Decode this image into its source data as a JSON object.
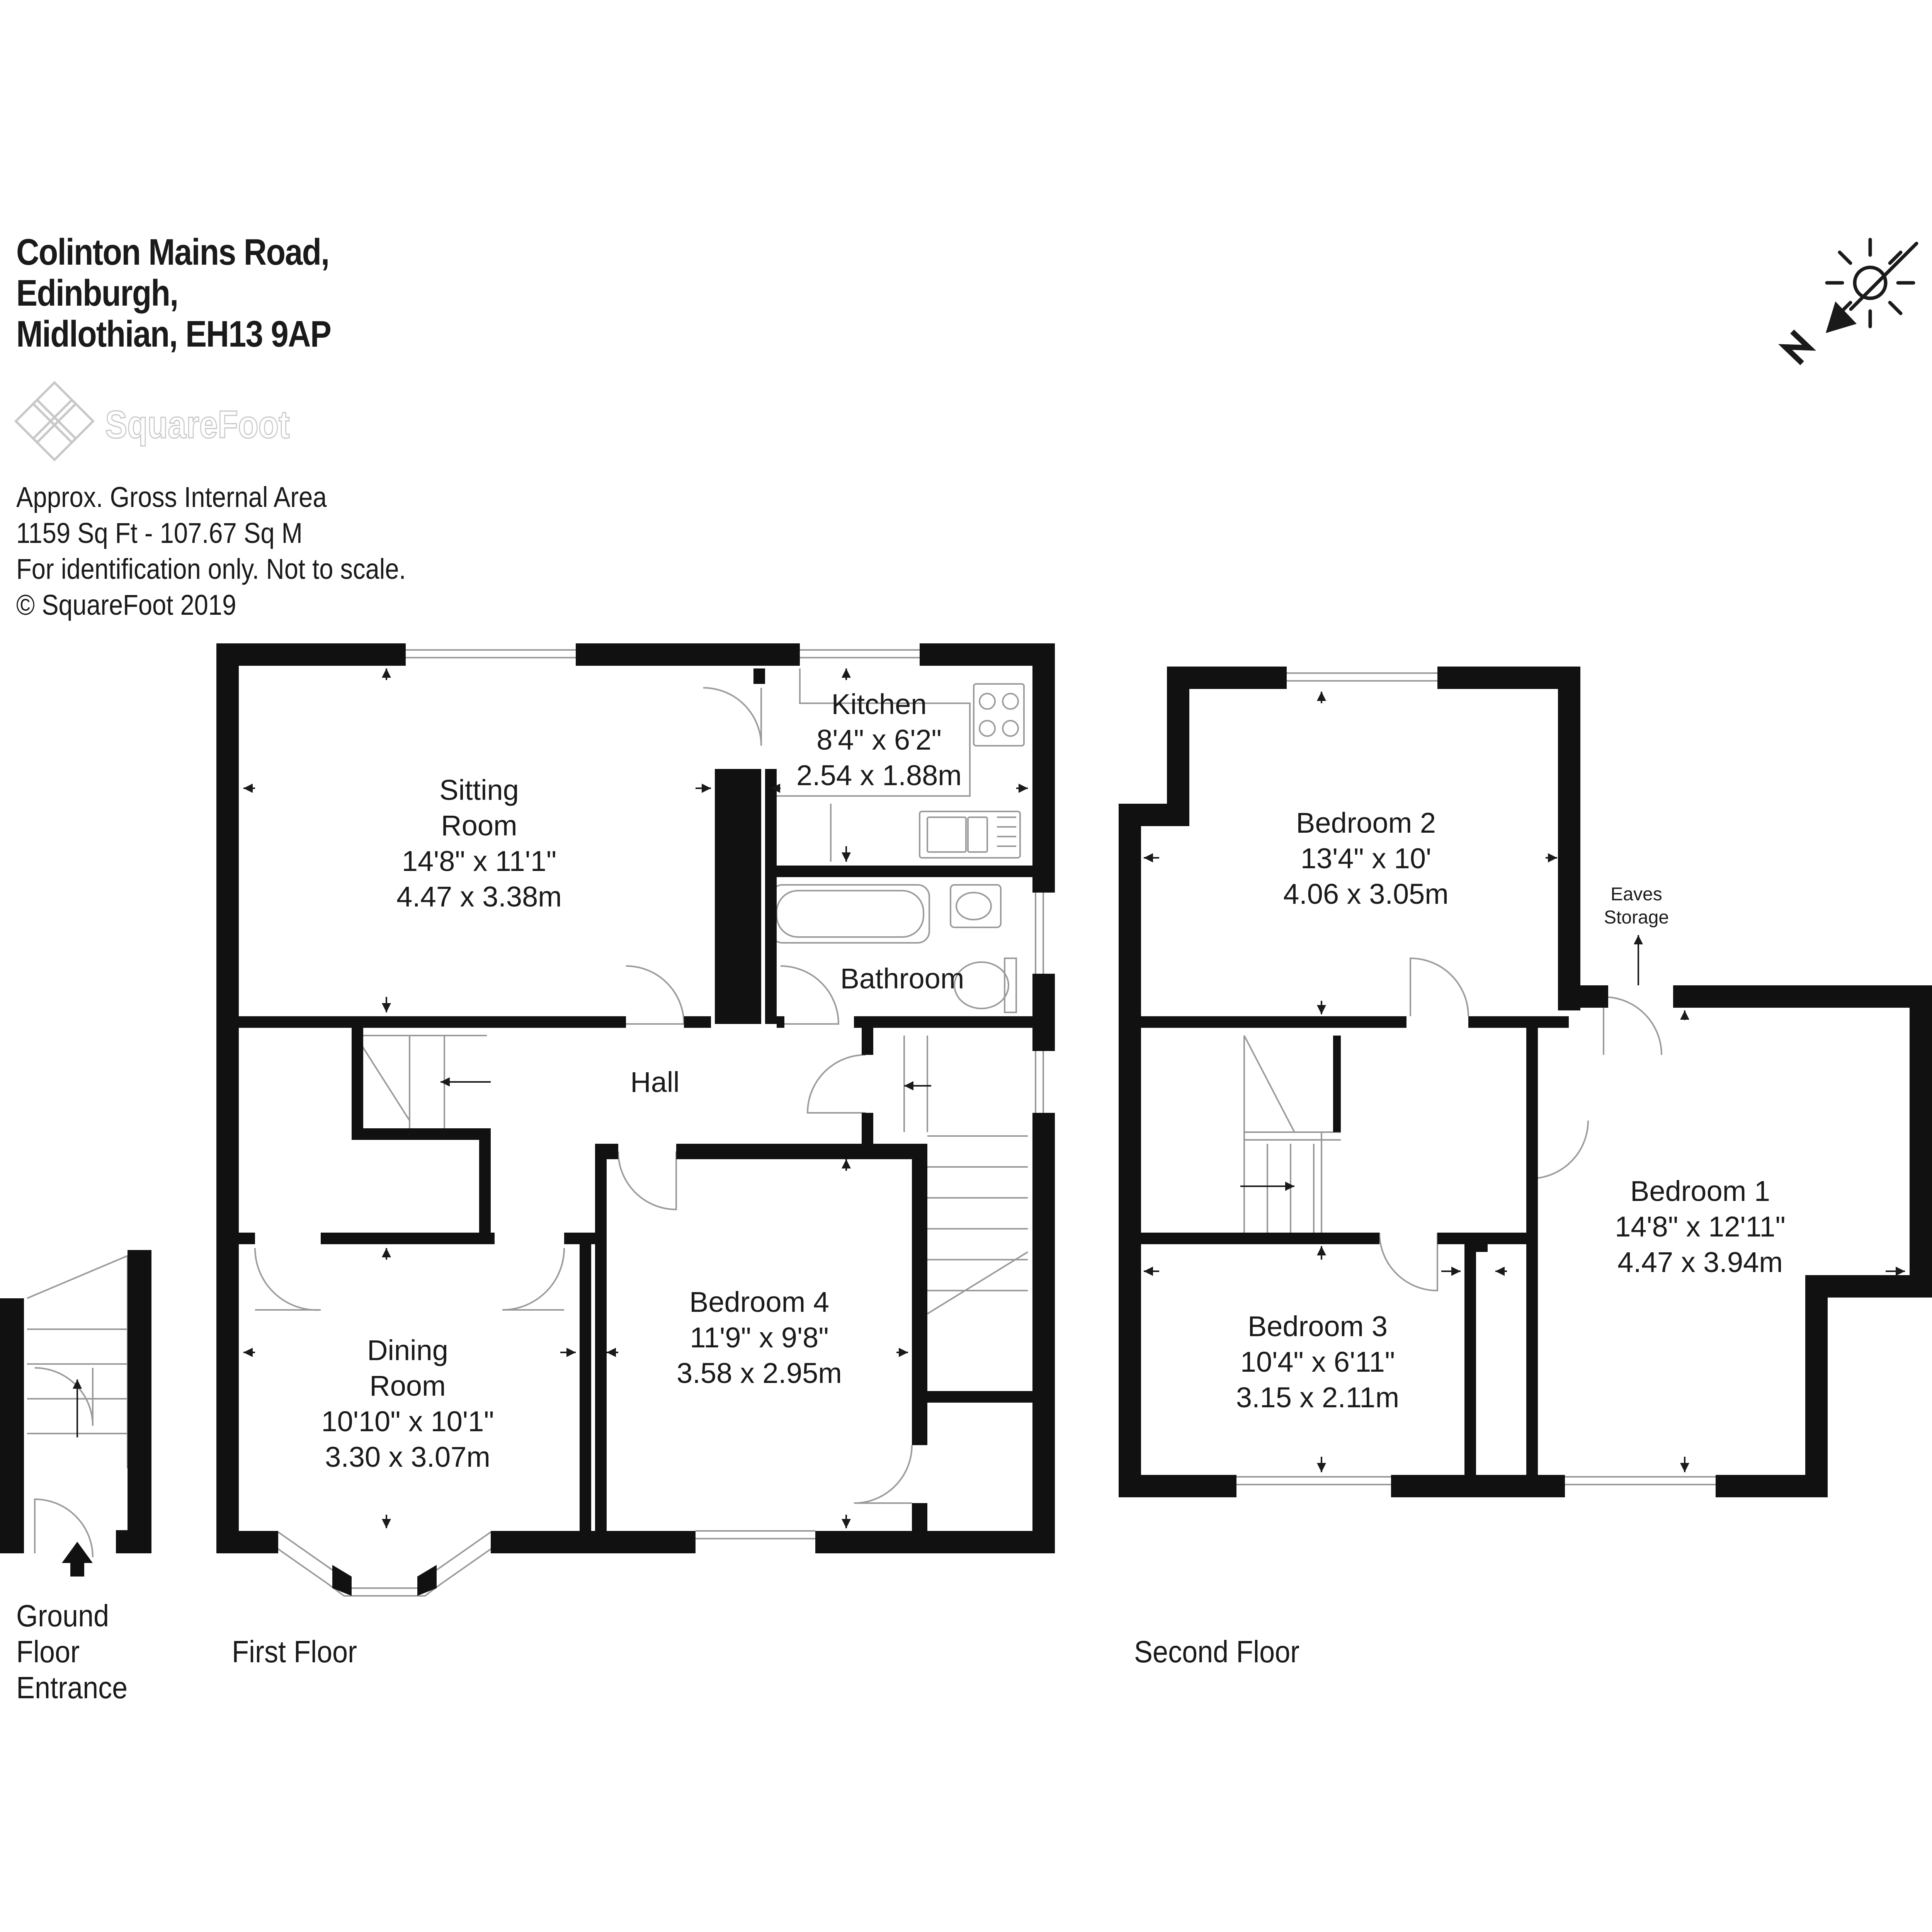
{
  "header": {
    "address_line1": "Colinton Mains Road,",
    "address_line2": "Edinburgh,",
    "address_line3": "Midlothian, EH13 9AP"
  },
  "brand": {
    "name": "SquareFoot"
  },
  "area_info": {
    "line1": "Approx. Gross Internal Area",
    "line2": "1159 Sq Ft  -  107.67 Sq M",
    "line3": "For identification only. Not to scale.",
    "line4": "© SquareFoot 2019"
  },
  "compass": {
    "north_label": "N"
  },
  "floors": {
    "ground": {
      "line1": "Ground",
      "line2": "Floor",
      "line3": "Entrance"
    },
    "first": "First Floor",
    "second": "Second Floor"
  },
  "rooms": {
    "sitting_room": {
      "name1": "Sitting",
      "name2": "Room",
      "imperial": "14'8\" x 11'1\"",
      "metric": "4.47 x 3.38m"
    },
    "kitchen": {
      "name": "Kitchen",
      "imperial": "8'4\" x 6'2\"",
      "metric": "2.54 x 1.88m"
    },
    "bathroom": {
      "name": "Bathroom"
    },
    "hall": {
      "name": "Hall"
    },
    "dining_room": {
      "name1": "Dining",
      "name2": "Room",
      "imperial": "10'10\" x 10'1\"",
      "metric": "3.30 x 3.07m"
    },
    "bedroom4": {
      "name": "Bedroom 4",
      "imperial": "11'9\" x 9'8\"",
      "metric": "3.58 x 2.95m"
    },
    "bedroom2": {
      "name": "Bedroom 2",
      "imperial": "13'4\" x 10'",
      "metric": "4.06 x 3.05m"
    },
    "bedroom3": {
      "name": "Bedroom 3",
      "imperial": "10'4\" x 6'11\"",
      "metric": "3.15 x 2.11m"
    },
    "bedroom1": {
      "name": "Bedroom 1",
      "imperial": "14'8\" x 12'11\"",
      "metric": "4.47 x 3.94m"
    },
    "eaves": {
      "name1": "Eaves",
      "name2": "Storage"
    }
  },
  "colors": {
    "wall": "#111111",
    "line": "#9a9a9a",
    "text": "#1a1a1a"
  }
}
